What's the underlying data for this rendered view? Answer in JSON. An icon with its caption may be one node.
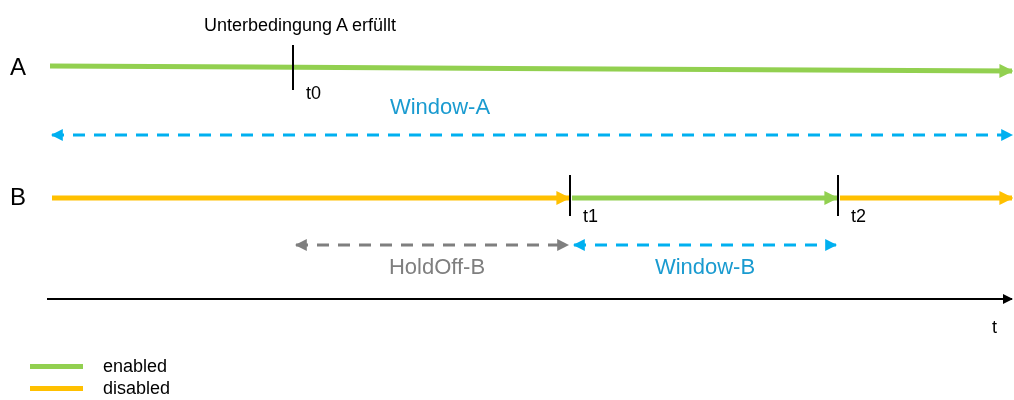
{
  "diagram": {
    "labels": [
      "Unterbedingung A erfüllt",
      "A",
      "t0",
      "Window-A",
      "B",
      "t1",
      "t2",
      "HoldOff-B",
      "Window-B",
      "t"
    ],
    "legend": [
      {
        "text": "enabled",
        "color": "#92d050"
      },
      {
        "text": "disabled",
        "color": "#ffc000"
      }
    ]
  }
}
